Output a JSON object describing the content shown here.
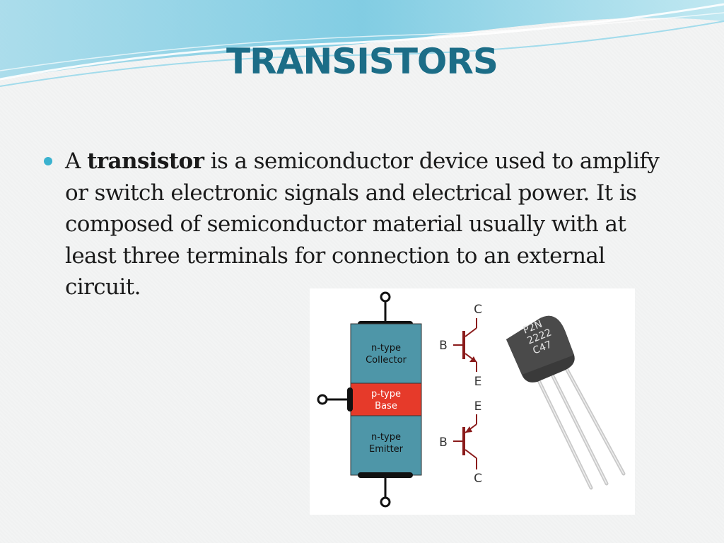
{
  "slide": {
    "title": "TRANSISTORS",
    "bullet": {
      "prefix": "A",
      "keyword": "transistor",
      "rest": "is a semiconductor device used to amplify or switch electronic signals and electrical power. It is composed of semiconductor material usually with at least three terminals for connection to an external circuit."
    }
  },
  "diagram": {
    "collector_type": "n-type",
    "collector_name": "Collector",
    "base_type": "p-type",
    "base_name": "Base",
    "emitter_type": "n-type",
    "emitter_name": "Emitter",
    "colors": {
      "layer": "#4e96a8",
      "base": "#e63a2a",
      "pins": "#111111"
    }
  },
  "symbols": {
    "npn": {
      "c": "C",
      "b": "B",
      "e": "E"
    },
    "pnp": {
      "e": "E",
      "b": "B",
      "c": "C"
    }
  },
  "component": {
    "marking_line1": "P2N",
    "marking_line2": "2222",
    "marking_line3": "C47"
  },
  "theme": {
    "title_color": "#1c6d87",
    "bullet_color": "#3ab2cf",
    "wave_color": "#7fd0e6"
  }
}
